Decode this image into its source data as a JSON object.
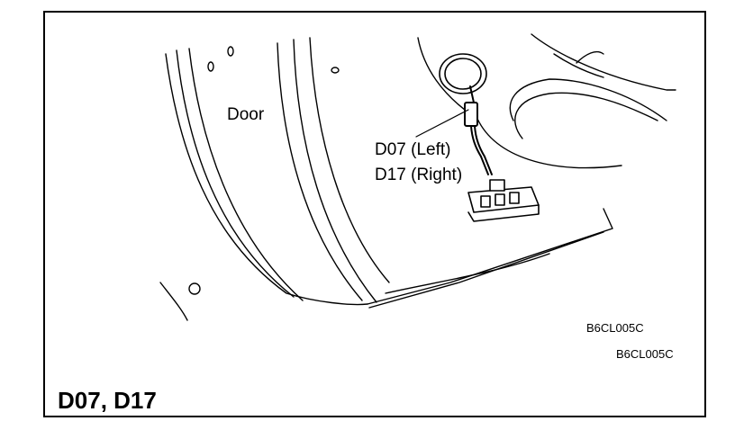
{
  "labels": {
    "door": "Door",
    "connector_left": "D07 (Left)",
    "connector_right": "D17 (Right)"
  },
  "figure_code_1": "B6CL005C",
  "figure_code_2": "B6CL005C",
  "title": "D07, D17"
}
